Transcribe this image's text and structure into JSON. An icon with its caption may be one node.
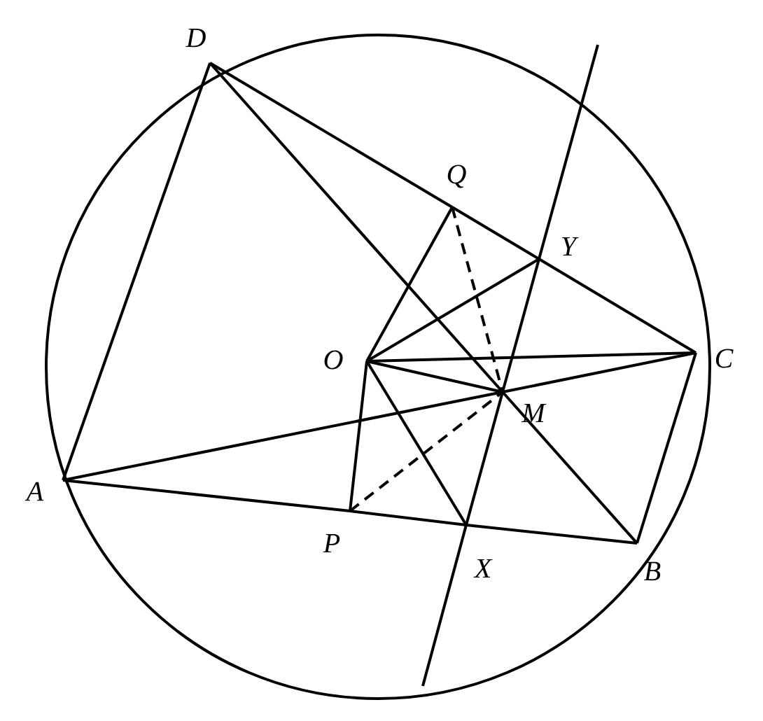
{
  "diagram": {
    "nodes": [
      {
        "text": [
          "D"
        ]
      },
      {
        "text": [
          "Q"
        ]
      },
      {
        "text": [
          "Y"
        ]
      },
      {
        "text": [
          "O"
        ]
      },
      {
        "text": [
          "C"
        ]
      },
      {
        "text": [
          "M"
        ]
      },
      {
        "text": [
          "A"
        ]
      },
      {
        "text": [
          "P"
        ]
      },
      {
        "text": [
          "X"
        ]
      },
      {
        "text": [
          "B"
        ]
      }
    ],
    "edges": [
      {
        "from": 0,
        "to": 6,
        "arrow": "none"
      },
      {
        "from": 0,
        "to": 1,
        "arrow": "none"
      },
      {
        "from": 1,
        "to": 2,
        "arrow": "none"
      },
      {
        "from": 2,
        "to": 4,
        "arrow": "none"
      },
      {
        "from": 0,
        "to": 5,
        "arrow": "none"
      },
      {
        "from": 5,
        "to": 9,
        "arrow": "none"
      },
      {
        "from": 6,
        "to": 5,
        "arrow": "none"
      },
      {
        "from": 5,
        "to": 4,
        "arrow": "none"
      },
      {
        "from": 6,
        "to": 7,
        "arrow": "none"
      },
      {
        "from": 7,
        "to": 8,
        "arrow": "none"
      },
      {
        "from": 8,
        "to": 9,
        "arrow": "none"
      },
      {
        "from": 9,
        "to": 4,
        "arrow": "none"
      },
      {
        "from": 3,
        "to": 1,
        "arrow": "none"
      },
      {
        "from": 3,
        "to": 2,
        "arrow": "none"
      },
      {
        "from": 3,
        "to": 4,
        "arrow": "none"
      },
      {
        "from": 3,
        "to": 5,
        "arrow": "none"
      },
      {
        "from": 3,
        "to": 7,
        "arrow": "none"
      },
      {
        "from": 3,
        "to": 8,
        "arrow": "none"
      },
      {
        "from": 1,
        "to": 5,
        "arrow": "none",
        "style": "dashed"
      },
      {
        "from": 7,
        "to": 5,
        "arrow": "none",
        "style": "dashed"
      },
      {
        "from": 8,
        "to": 5,
        "arrow": "none"
      },
      {
        "from": 5,
        "to": 2,
        "arrow": "none"
      },
      {
        "from": null,
        "to": 8,
        "arrow": "none"
      },
      {
        "from": 2,
        "to": null,
        "arrow": "none"
      }
    ]
  }
}
